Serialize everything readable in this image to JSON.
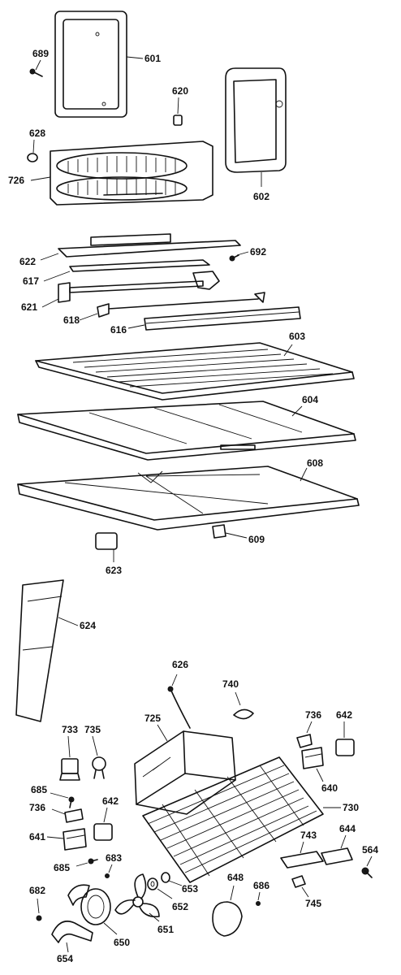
{
  "labels": {
    "l601": "601",
    "l602": "602",
    "l603": "603",
    "l604": "604",
    "l608": "608",
    "l609": "609",
    "l616": "616",
    "l617": "617",
    "l618": "618",
    "l620": "620",
    "l621": "621",
    "l622": "622",
    "l623": "623",
    "l624": "624",
    "l626": "626",
    "l628": "628",
    "l640": "640",
    "l641": "641",
    "l642a": "642",
    "l642b": "642",
    "l644": "644",
    "l648": "648",
    "l650": "650",
    "l651": "651",
    "l652": "652",
    "l653": "653",
    "l654": "654",
    "l682": "682",
    "l683": "683",
    "l685a": "685",
    "l685b": "685",
    "l686": "686",
    "l689": "689",
    "l692": "692",
    "l725": "725",
    "l726": "726",
    "l730": "730",
    "l733": "733",
    "l735": "735",
    "l736a": "736",
    "l736b": "736",
    "l740": "740",
    "l743": "743",
    "l745": "745",
    "l564": "564"
  }
}
